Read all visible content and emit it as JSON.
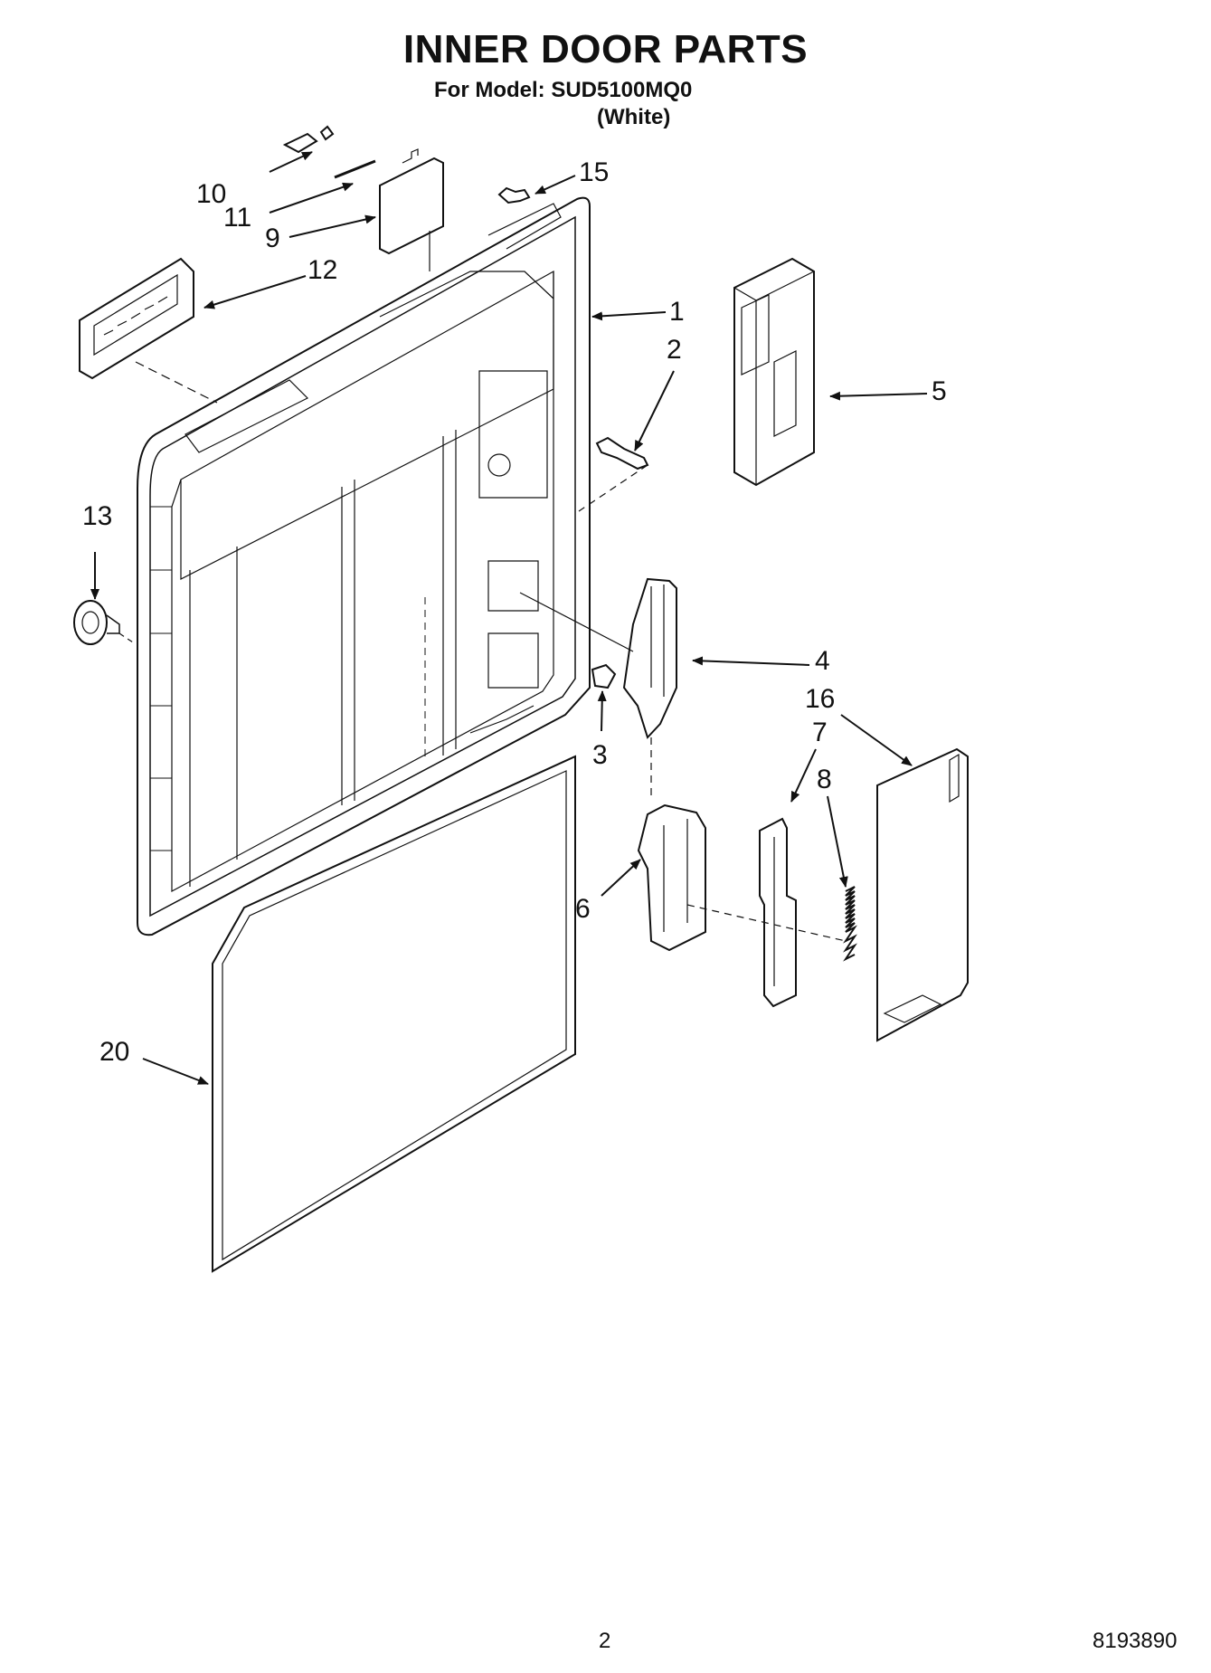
{
  "header": {
    "title": "INNER DOOR PARTS",
    "model_line": "For Model: SUD5100MQ0",
    "variant": "(White)"
  },
  "callouts": {
    "c1": "1",
    "c2": "2",
    "c3": "3",
    "c4": "4",
    "c5": "5",
    "c6": "6",
    "c7": "7",
    "c8": "8",
    "c9": "9",
    "c10": "10",
    "c11": "11",
    "c12": "12",
    "c13": "13",
    "c15": "15",
    "c16": "16",
    "c20": "20"
  },
  "footer": {
    "page_number": "2",
    "document_number": "8193890"
  }
}
